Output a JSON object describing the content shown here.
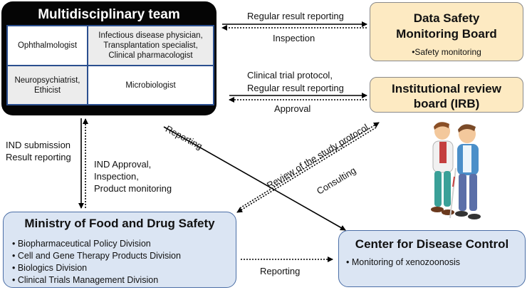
{
  "team": {
    "title": "Multidisciplinary team",
    "cells": [
      "Ophthalmologist",
      "Infectious disease physician, Transplantation specialist, Clinical pharmacologist",
      "Neuropsychiatrist, Ethicist",
      "Microbiologist"
    ]
  },
  "dsmb": {
    "title_line1": "Data Safety",
    "title_line2": "Monitoring Board",
    "item": "•Safety monitoring"
  },
  "irb": {
    "title_line1": "Institutional review",
    "title_line2": "board (IRB)"
  },
  "mfds": {
    "title": "Ministry of Food and Drug Safety",
    "items": [
      "• Biopharmaceutical Policy Division",
      "• Cell and Gene Therapy Products Division",
      "• Biologics Division",
      "• Clinical Trials Management Division"
    ]
  },
  "cdc": {
    "title": "Center for Disease Control",
    "item": "• Monitoring of xenozoonosis"
  },
  "labels": {
    "regular_result_reporting": "Regular result reporting",
    "inspection": "Inspection",
    "clinical_trial_protocol": "Clinical trial protocol,",
    "regular_result_reporting_2": "Regular result reporting",
    "approval": "Approval",
    "ind_submission": "IND submission",
    "result_reporting": "Result reporting",
    "ind_approval": "IND Approval,",
    "inspection_2": "Inspection,",
    "product_monitoring": "Product monitoring",
    "reporting_diag": "Reporting",
    "review_protocol": "Review of the study protocol",
    "consulting": "Consulting",
    "reporting_bottom": "Reporting"
  },
  "colors": {
    "team_bg": "#050505",
    "grid_border": "#2b4f8f",
    "board_bg": "#fdeac2",
    "agency_bg": "#dbe5f3",
    "agency_border": "#4b6ea6"
  },
  "illustration": "two-people-walking-icon"
}
